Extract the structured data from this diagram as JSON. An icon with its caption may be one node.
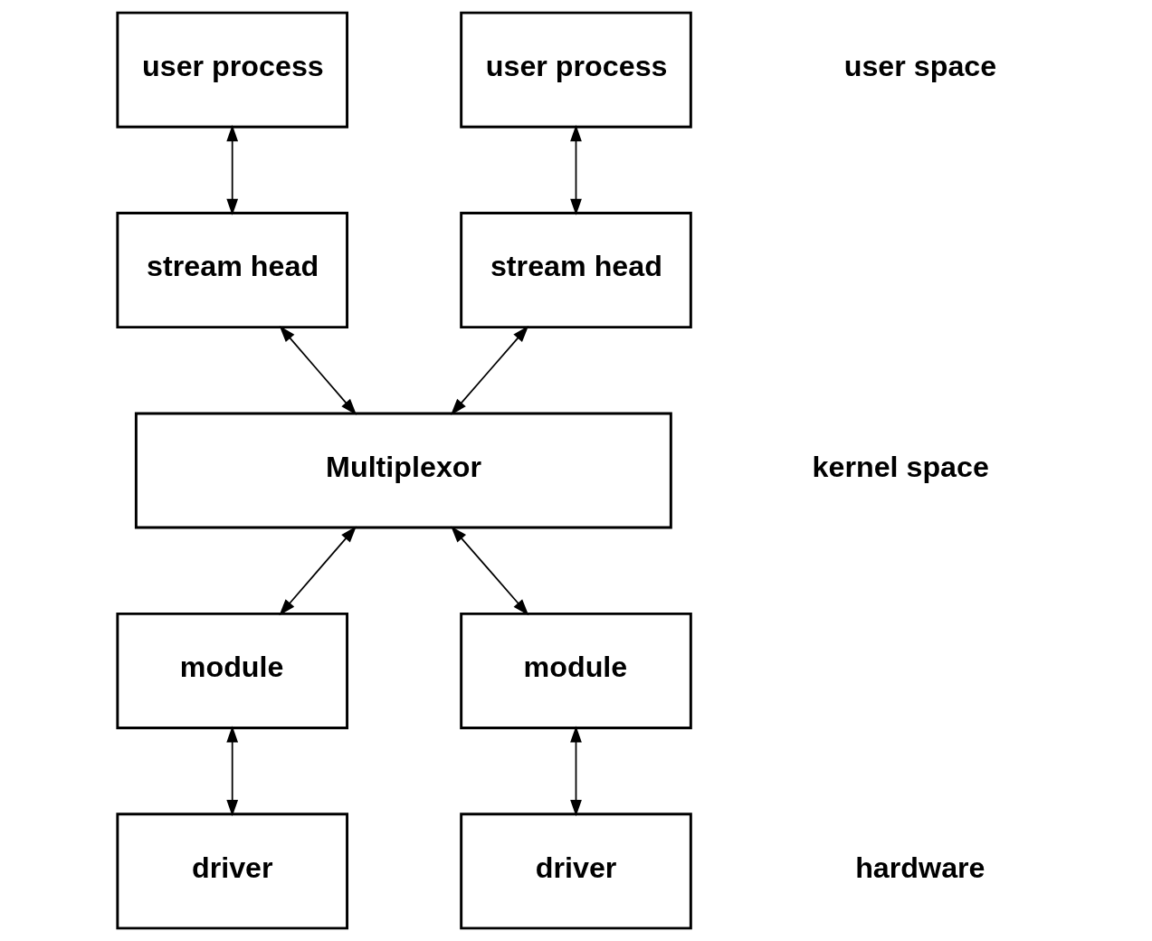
{
  "diagram": {
    "nodes": [
      {
        "text": [
          "user process"
        ]
      },
      {
        "text": [
          "user process"
        ]
      },
      {
        "text": [
          "stream head"
        ]
      },
      {
        "text": [
          "stream head"
        ]
      },
      {
        "text": [
          "Multiplexor"
        ]
      },
      {
        "text": [
          "module"
        ]
      },
      {
        "text": [
          "module"
        ]
      },
      {
        "text": [
          "driver"
        ]
      },
      {
        "text": [
          "driver"
        ]
      }
    ],
    "edges": [
      {
        "from": 0,
        "to": 2,
        "arrow": "both"
      },
      {
        "from": 1,
        "to": 3,
        "arrow": "both"
      },
      {
        "from": 2,
        "to": 4,
        "arrow": "both"
      },
      {
        "from": 3,
        "to": 4,
        "arrow": "both"
      },
      {
        "from": 4,
        "to": 5,
        "arrow": "both"
      },
      {
        "from": 4,
        "to": 6,
        "arrow": "both"
      },
      {
        "from": 5,
        "to": 7,
        "arrow": "both"
      },
      {
        "from": 6,
        "to": 8,
        "arrow": "both"
      }
    ],
    "labels": [
      "user space",
      "kernel space",
      "hardware"
    ]
  }
}
